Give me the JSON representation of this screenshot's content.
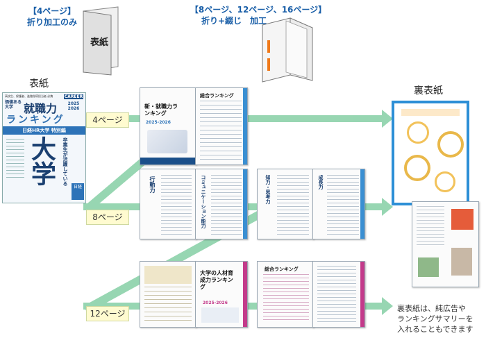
{
  "top_left": {
    "title": "【4ページ】",
    "subtitle": "折り加工のみ",
    "booklet_label": "表紙"
  },
  "top_right": {
    "title": "【8ページ、12ページ、16ページ】",
    "subtitle": "折り+綴じ　加工"
  },
  "cover": {
    "heading": "表紙",
    "top_line": "高校生、保護者、進路指導担当者 必携",
    "big_title_1": "価値ある大学",
    "big_title_2": "就職力",
    "big_title_3": "ランキング",
    "brand": "CAREER",
    "years": "2025\n2026",
    "band": "日経HR大学 特別編",
    "big_char": "大学",
    "side_text": "卒業生が活躍している",
    "logo": "日経"
  },
  "back_cover": {
    "heading": "裏表紙"
  },
  "rows": [
    {
      "tag": "4ページ"
    },
    {
      "tag": "8ページ"
    },
    {
      "tag": "12ページ"
    }
  ],
  "spreads": {
    "row1_left_title": "新・就職力ランキング",
    "row1_left_years": "2025-2026",
    "row1_right_title": "総合ランキング",
    "row2_p1_title": "行動力",
    "row2_p2_title": "コミュニケーション能力",
    "row2_p3_title": "知力・思考力",
    "row2_p4_title": "成長力",
    "row3_p2_title": "大学の人材育成力ランキング",
    "row3_p2_years": "2025-2026",
    "row3_p3_title": "総合ランキング"
  },
  "note": "裏表紙は、純広告や\nランキングサマリーを\n入れることもできます",
  "colors": {
    "accent_blue": "#1a5fa8",
    "arrow_green": "#7fcca0",
    "tag_fill": "#fffbd0"
  }
}
